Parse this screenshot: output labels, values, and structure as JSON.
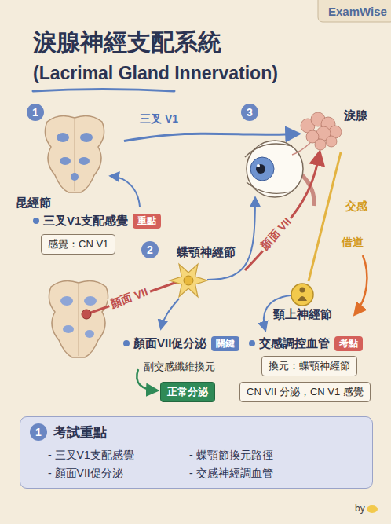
{
  "diagram": {
    "title": "淚腺神經支配系統",
    "nodes": [
      {
        "text": [
          "昆經節"
        ]
      },
      {
        "text": [
          "重點"
        ]
      },
      {
        "text": [
          "感覺：CN V1"
        ]
      },
      {
        "text": [
          "蝶顎神經節"
        ]
      },
      {
        "text": [
          "淚腺"
        ]
      },
      {
        "text": [
          "頸上神經節"
        ]
      },
      {
        "text": [
          "關鍵"
        ]
      },
      {
        "text": [
          "正常分泌"
        ]
      },
      {
        "text": [
          "考點"
        ]
      },
      {
        "text": [
          "換元：蝶顎神經節"
        ]
      },
      {
        "text": [
          "CN VII 分泌，CN V1 感覺"
        ]
      },
      {
        "text": [
          "考試重點",
          "- 三叉V1支配感覺",
          "- 蝶顎節換元路徑",
          "- 顏面VII促分泌",
          "- 交感神經調血管"
        ]
      }
    ],
    "edges": [
      {
        "from": 0,
        "to": 4,
        "label": "三叉 V1",
        "arrow": "to"
      },
      {
        "from": 3,
        "to": 4,
        "label": "顏面 VII",
        "arrow": "to"
      },
      {
        "from": 5,
        "to": 4,
        "arrow": "none"
      }
    ],
    "labels": [
      "ExamWise",
      "(Lacrimal Gland Innervation)",
      "1",
      "3",
      "三叉V1支配感覺",
      "2",
      "顏面 VII",
      "交感",
      "借道",
      "顏面VII促分泌",
      "副交感纖維換元",
      "交感調控血管",
      "1",
      "by"
    ]
  }
}
